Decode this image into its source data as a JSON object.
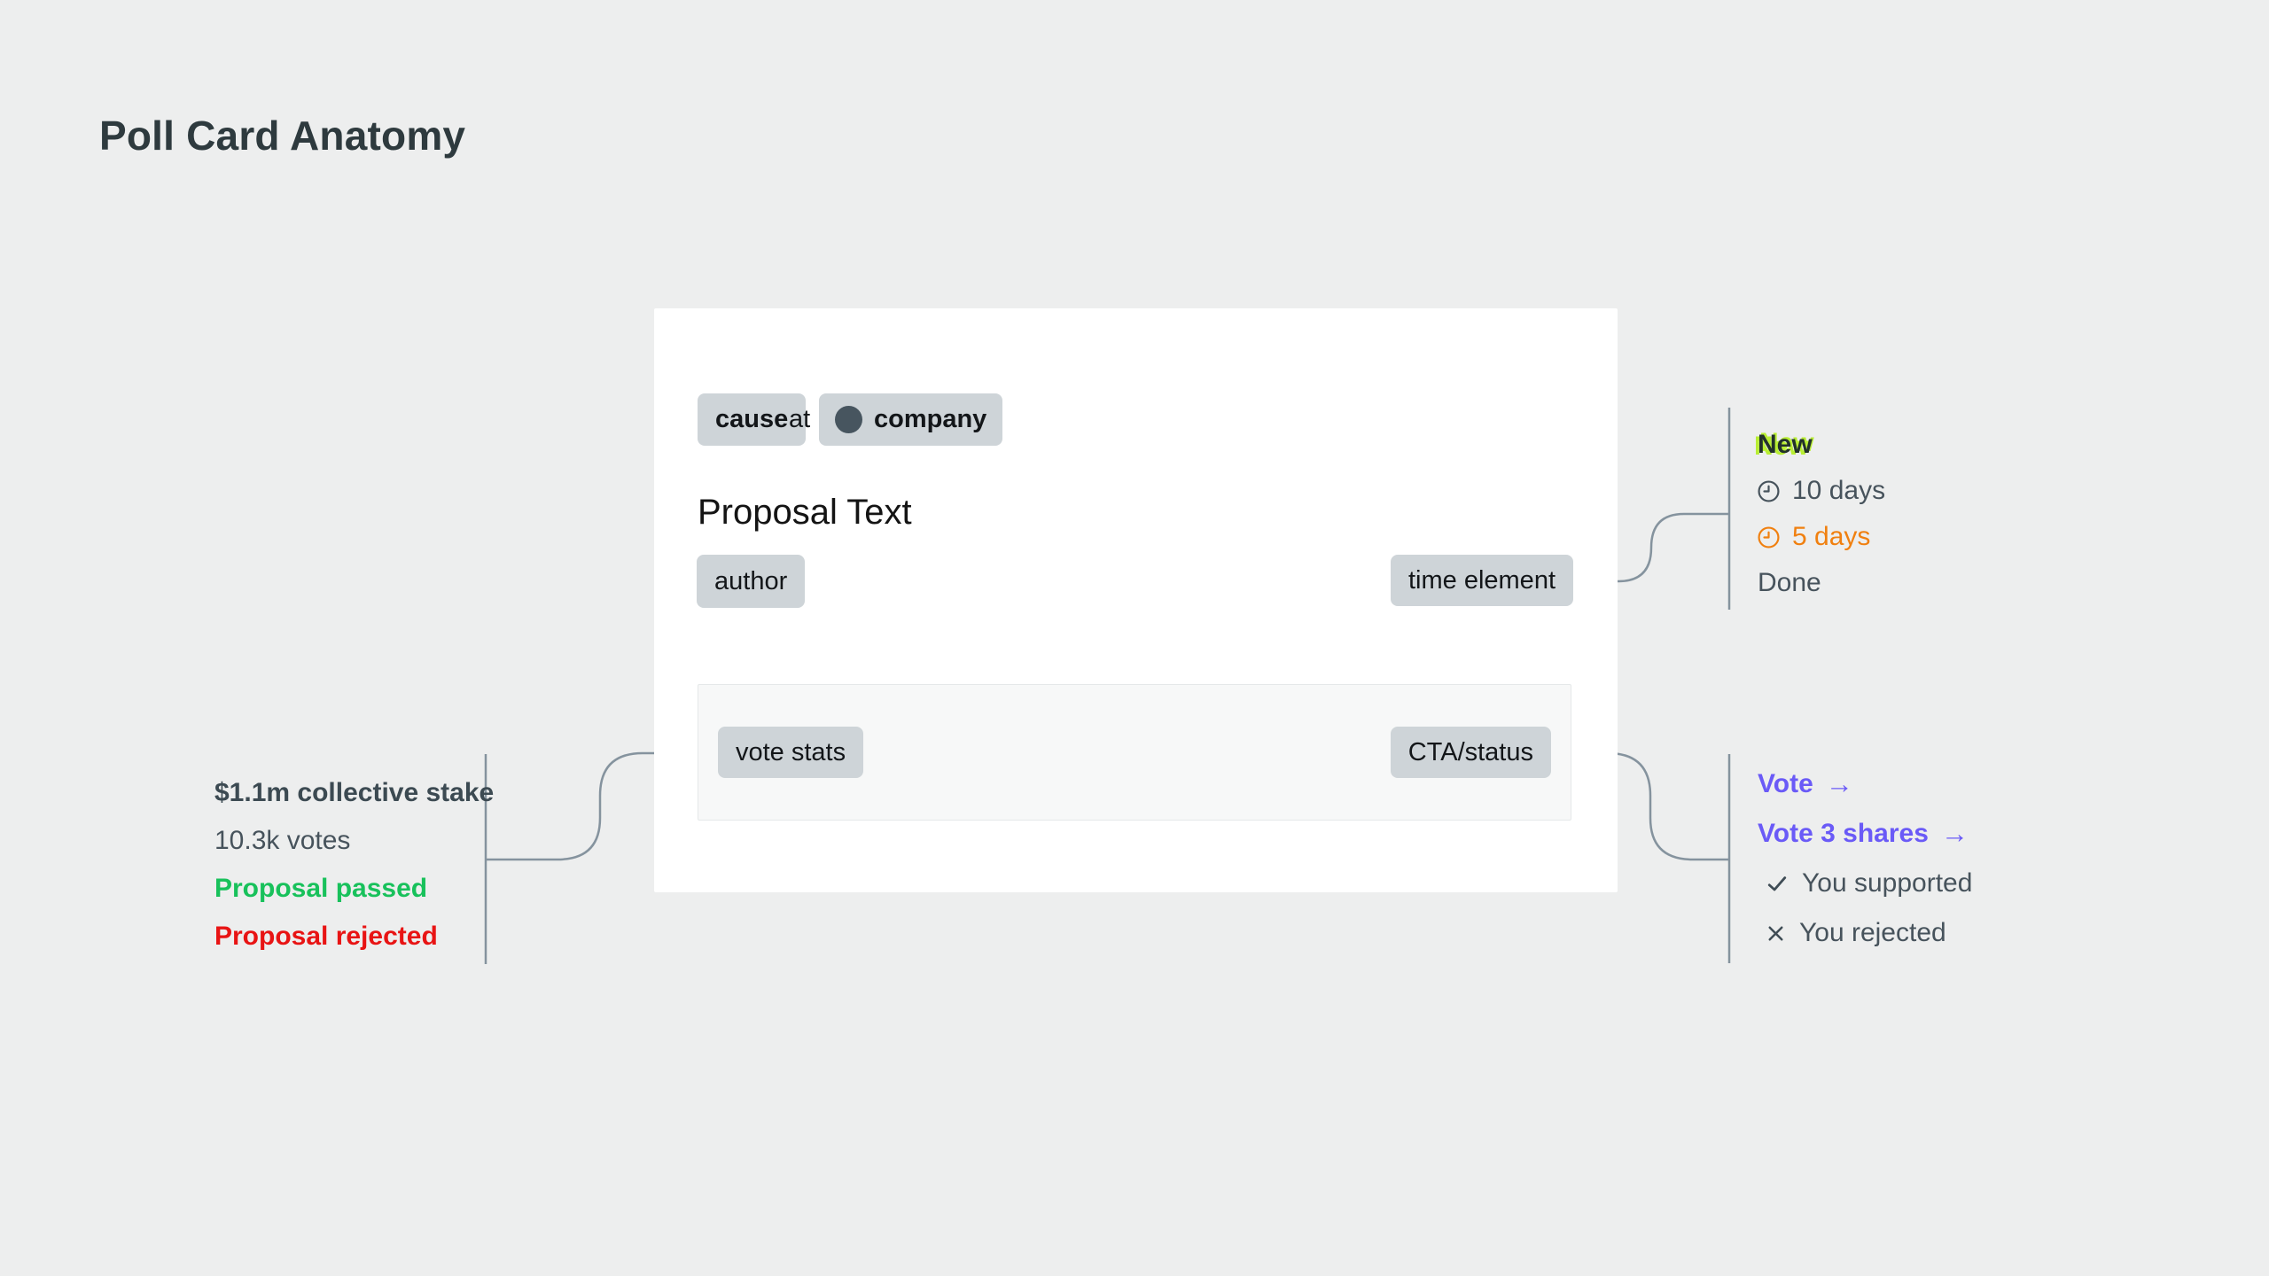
{
  "title": "Poll Card Anatomy",
  "card": {
    "cause": "cause",
    "at": "at",
    "company": "company",
    "proposal": "Proposal Text",
    "author": "author",
    "time_element": "time element",
    "vote_stats": "vote stats",
    "cta_status": "CTA/status"
  },
  "left_annotations": {
    "stake": "$1.1m collective stake",
    "votes": "10.3k votes",
    "passed": "Proposal passed",
    "rejected": "Proposal rejected"
  },
  "time_annotations": {
    "new": "New",
    "days_10": "10 days",
    "days_5": "5 days",
    "done": "Done"
  },
  "action_annotations": {
    "vote": "Vote",
    "vote_shares": "Vote 3 shares",
    "arrow": "→",
    "supported": "You supported",
    "rejected": "You rejected"
  },
  "colors": {
    "background": "#edeeee",
    "card": "#ffffff",
    "badge_gray": "#ced4d8",
    "line_gray": "#85939e",
    "accent_purple": "#6a5af7",
    "status_green": "#18c15b",
    "status_red": "#e81414",
    "alert_orange": "#f08010",
    "highlight_lime": "#b8ee33",
    "slate_text": "#47535c"
  }
}
